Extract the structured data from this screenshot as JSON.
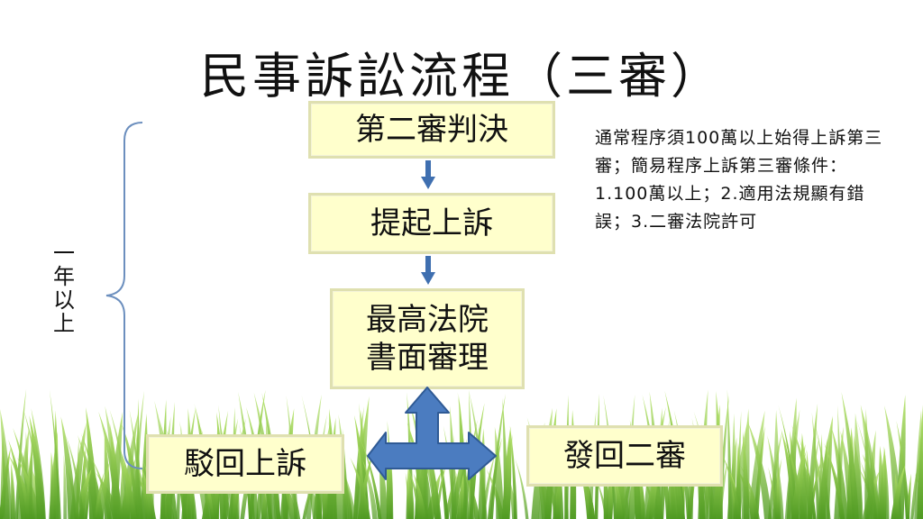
{
  "title": "民事訴訟流程（三審）",
  "boxes": {
    "second_instance": "第二審判決",
    "appeal": "提起上訴",
    "supreme_court": "最高法院\n書面審理",
    "dismiss": "駁回上訴",
    "remand": "發回二審"
  },
  "side_label": [
    "一",
    "年",
    "以",
    "上"
  ],
  "note": "通常程序須100萬以上始得上訴第三審；簡易程序上訴第三審條件：1.100萬以上；2.適用法規顯有錯誤；3.二審法院許可",
  "colors": {
    "box_fill": "#ffffcc",
    "arrow": "#3f6fb0",
    "brace": "#6c8fbe",
    "grass": "#7cc33a"
  }
}
